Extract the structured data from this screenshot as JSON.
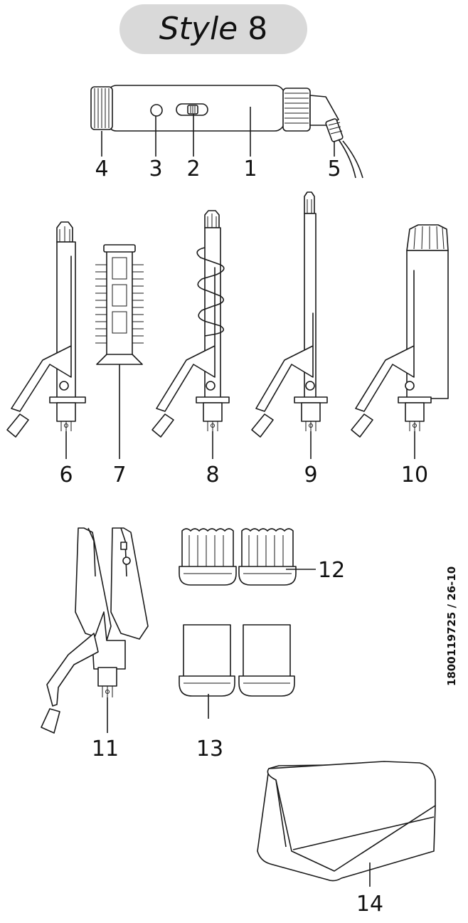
{
  "title": {
    "word": "Style",
    "number": "8"
  },
  "callouts": [
    "1",
    "2",
    "3",
    "4",
    "5",
    "6",
    "7",
    "8",
    "9",
    "10",
    "11",
    "12",
    "13",
    "14"
  ],
  "document_code": "1800119725 / 26-10"
}
